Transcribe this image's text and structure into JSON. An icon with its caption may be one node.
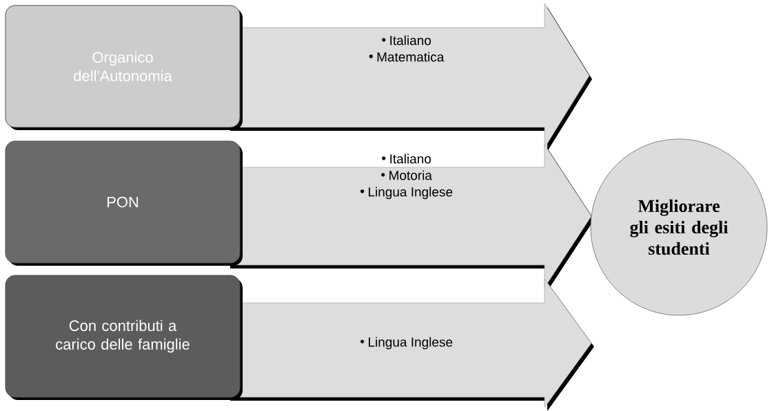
{
  "diagram": {
    "nodes": [
      {
        "text": [
          "Organico dell'Autonomia"
        ]
      },
      {
        "text": [
          "Italiano",
          "Matematica"
        ]
      },
      {
        "text": [
          "PON"
        ]
      },
      {
        "text": [
          "Italiano",
          "Motoria",
          "Lingua Inglese"
        ]
      },
      {
        "text": [
          "Con contributi a carico delle famiglie"
        ]
      },
      {
        "text": [
          "Lingua Inglese"
        ]
      },
      {
        "text": [
          "Migliorare gli esiti degli studenti"
        ]
      }
    ]
  }
}
